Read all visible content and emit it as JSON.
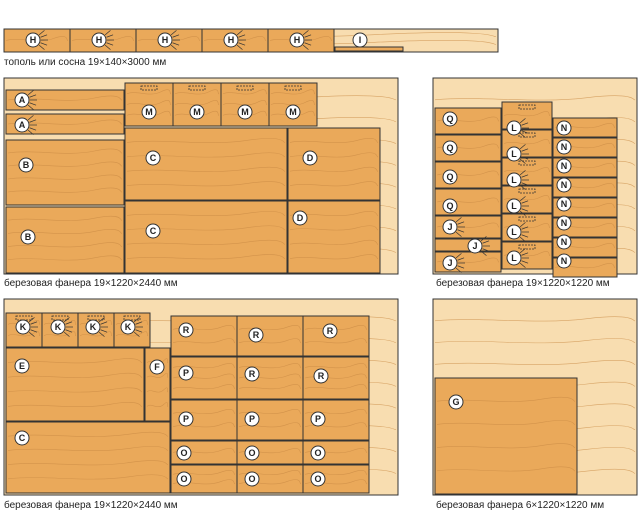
{
  "colors": {
    "sheet": "#f8ddb0",
    "part": "#eaa95a",
    "outline": "#333333",
    "grain": "#c98a45",
    "badge_fill": "#ffffff"
  },
  "sheets": {
    "board": {
      "caption": "тополь или сосна 19×140×3000 мм"
    },
    "ply_big_1": {
      "caption": "березовая фанера 19×1220×2440 мм"
    },
    "ply_small_1": {
      "caption": "березовая фанера 19×1220×1220 мм"
    },
    "ply_big_2": {
      "caption": "березовая фанера 19×1220×2440 мм"
    },
    "ply_thin": {
      "caption": "березовая фанера 6×1220×1220 мм"
    }
  },
  "part_labels": {
    "A": "A",
    "B": "B",
    "C": "C",
    "D": "D",
    "E": "E",
    "F": "F",
    "G": "G",
    "H": "H",
    "I": "I",
    "J": "J",
    "K": "K",
    "L": "L",
    "M": "M",
    "N": "N",
    "O": "O",
    "P": "P",
    "Q": "Q",
    "R": "R"
  }
}
